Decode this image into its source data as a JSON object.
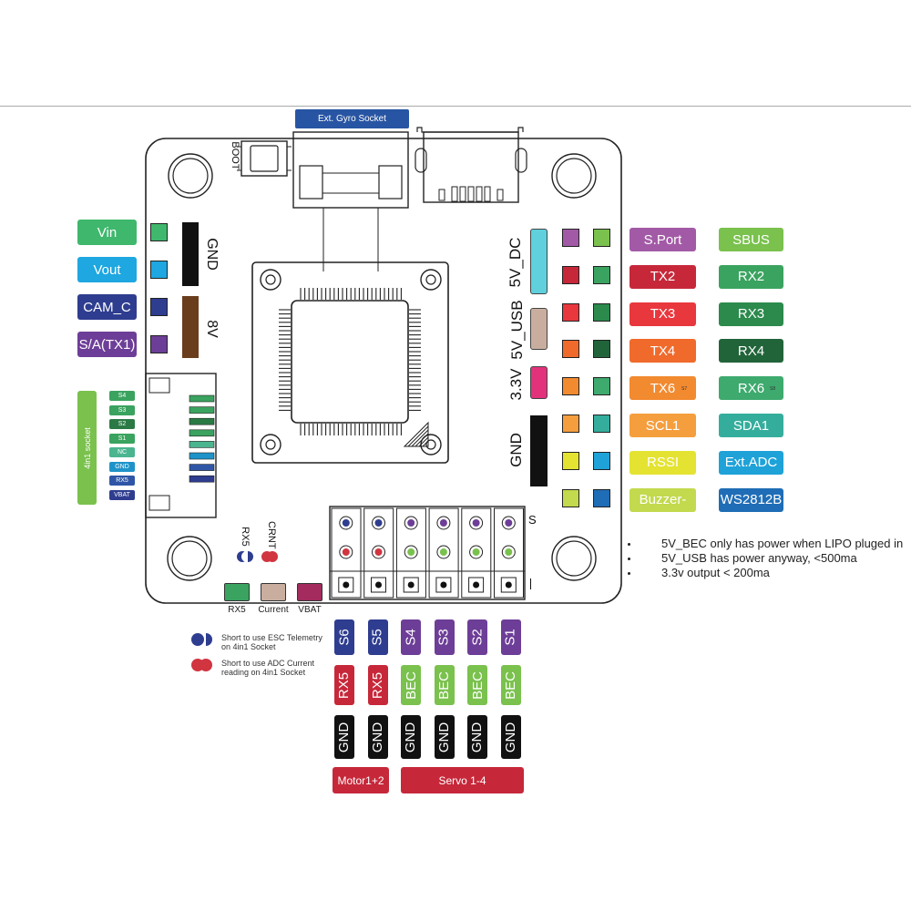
{
  "colors": {
    "board_outline": "#222222",
    "gyro_header": "#2855a3"
  },
  "header": {
    "gyro_socket": "Ext. Gyro Socket",
    "boot": "BOOT"
  },
  "left_pads": [
    {
      "label": "Vin",
      "color": "#3fb86d"
    },
    {
      "label": "Vout",
      "color": "#1ea7e0"
    },
    {
      "label": "CAM_C",
      "color": "#2e3d8f"
    },
    {
      "label": "S/A(TX1)",
      "color": "#6d3e97"
    }
  ],
  "left_vertical": {
    "gnd": "GND",
    "v8": "8V"
  },
  "socket_4in1": {
    "title": "4in1 socket",
    "title_color": "#7ac14d",
    "pins": [
      {
        "label": "S4",
        "color": "#3aa35f"
      },
      {
        "label": "S3",
        "color": "#3aa35f"
      },
      {
        "label": "S2",
        "color": "#2b7a45"
      },
      {
        "label": "S1",
        "color": "#3aa35f"
      },
      {
        "label": "NC",
        "color": "#4bb590"
      },
      {
        "label": "GND",
        "color": "#1e93c9"
      },
      {
        "label": "RX5",
        "color": "#2f56a6"
      },
      {
        "label": "VBAT",
        "color": "#2e3d8f"
      }
    ]
  },
  "right_vertical": {
    "v5dc": "5V_DC",
    "v5usb": "5V_USB",
    "v33": "3.3V",
    "gnd": "GND"
  },
  "right_labels": [
    {
      "tx": "S.Port",
      "tx_color": "#a35aa6",
      "rx": "SBUS",
      "rx_color": "#7ac14d"
    },
    {
      "tx": "TX2",
      "tx_color": "#c6283a",
      "rx": "RX2",
      "rx_color": "#3aa35f"
    },
    {
      "tx": "TX3",
      "tx_color": "#e8373d",
      "rx": "RX3",
      "rx_color": "#2b8a4c"
    },
    {
      "tx": "TX4",
      "tx_color": "#f06a2c",
      "rx": "RX4",
      "rx_color": "#22643a"
    },
    {
      "tx": "TX6",
      "tx_color": "#f28a30",
      "rx": "RX6",
      "rx_color": "#3eaa6e"
    },
    {
      "tx": "SCL1",
      "tx_color": "#f59e3e",
      "rx": "SDA1",
      "rx_color": "#35ad9c"
    },
    {
      "tx": "RSSI",
      "tx_color": "#e4e332",
      "rx": "Ext.ADC",
      "rx_color": "#1ea2d8"
    },
    {
      "tx": "Buzzer-",
      "tx_color": "#c3d94e",
      "rx": "WS2812B",
      "rx_color": "#1f6db6"
    }
  ],
  "tiny_marks": {
    "tx6": "S7",
    "rx6": "S8"
  },
  "pad_labels": {
    "rx5": "RX5",
    "crnt": "CRNT"
  },
  "bottom_pads": [
    {
      "label": "RX5",
      "color": "#3aa35f"
    },
    {
      "label": "Current",
      "color": "#c9aea0"
    },
    {
      "label": "VBAT",
      "color": "#a32b5e"
    }
  ],
  "header_side": {
    "s": "S",
    "minus": "-"
  },
  "notes": [
    "5V_BEC only has power when LIPO pluged in",
    "5V_USB has power anyway, <500ma",
    "3.3v output < 200ma"
  ],
  "legend": {
    "esc_line1": "Short to use ESC Telemetry",
    "esc_line2": "on 4in1 Socket",
    "adc_line1": "Short to use ADC Current",
    "adc_line2": "reading on 4in1 Socket"
  },
  "motor_columns": [
    {
      "signal": "S6",
      "signal_color": "#2e3d8f",
      "power": "RX5",
      "power_color": "#c6283a",
      "gnd": "GND"
    },
    {
      "signal": "S5",
      "signal_color": "#2e3d8f",
      "power": "RX5",
      "power_color": "#c6283a",
      "gnd": "GND"
    },
    {
      "signal": "S4",
      "signal_color": "#6d3e97",
      "power": "BEC",
      "power_color": "#7ac14d",
      "gnd": "GND"
    },
    {
      "signal": "S3",
      "signal_color": "#6d3e97",
      "power": "BEC",
      "power_color": "#7ac14d",
      "gnd": "GND"
    },
    {
      "signal": "S2",
      "signal_color": "#6d3e97",
      "power": "BEC",
      "power_color": "#7ac14d",
      "gnd": "GND"
    },
    {
      "signal": "S1",
      "signal_color": "#6d3e97",
      "power": "BEC",
      "power_color": "#7ac14d",
      "gnd": "GND"
    }
  ],
  "bottom_groups": {
    "motor": "Motor1+2",
    "servo": "Servo 1-4",
    "color": "#c6283a"
  }
}
